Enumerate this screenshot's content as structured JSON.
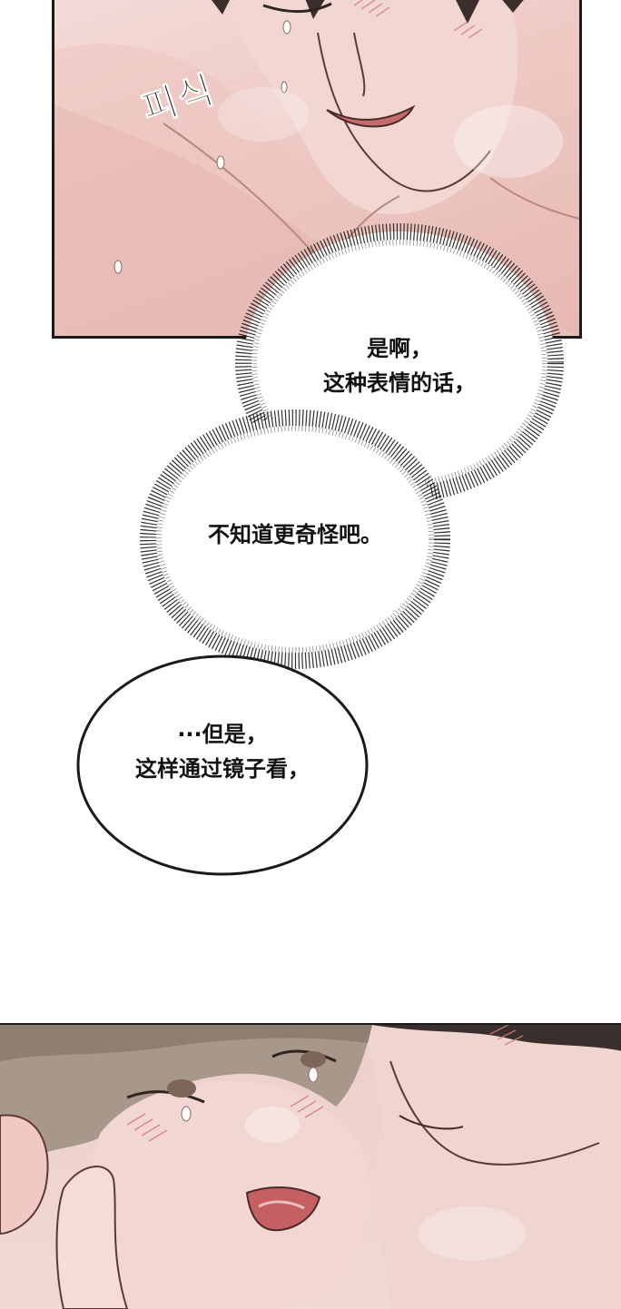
{
  "panels": [
    {
      "name": "top-panel",
      "sfx": "피식"
    },
    {
      "name": "bottom-panel"
    }
  ],
  "bubbles": {
    "burst_1": {
      "lines": [
        "是啊，",
        "这种表情的话，"
      ]
    },
    "burst_2": {
      "lines": [
        "不知道更奇怪吧。"
      ]
    },
    "speech_1": {
      "lines": [
        "···但是，",
        "这样通过镜子看，"
      ]
    }
  },
  "colors": {
    "skin": "#f0d3ce",
    "blush": "#e79a9c",
    "ink": "#1a1a1a",
    "hair_dark": "#3a2f2c",
    "hair_light": "#a8978b"
  }
}
